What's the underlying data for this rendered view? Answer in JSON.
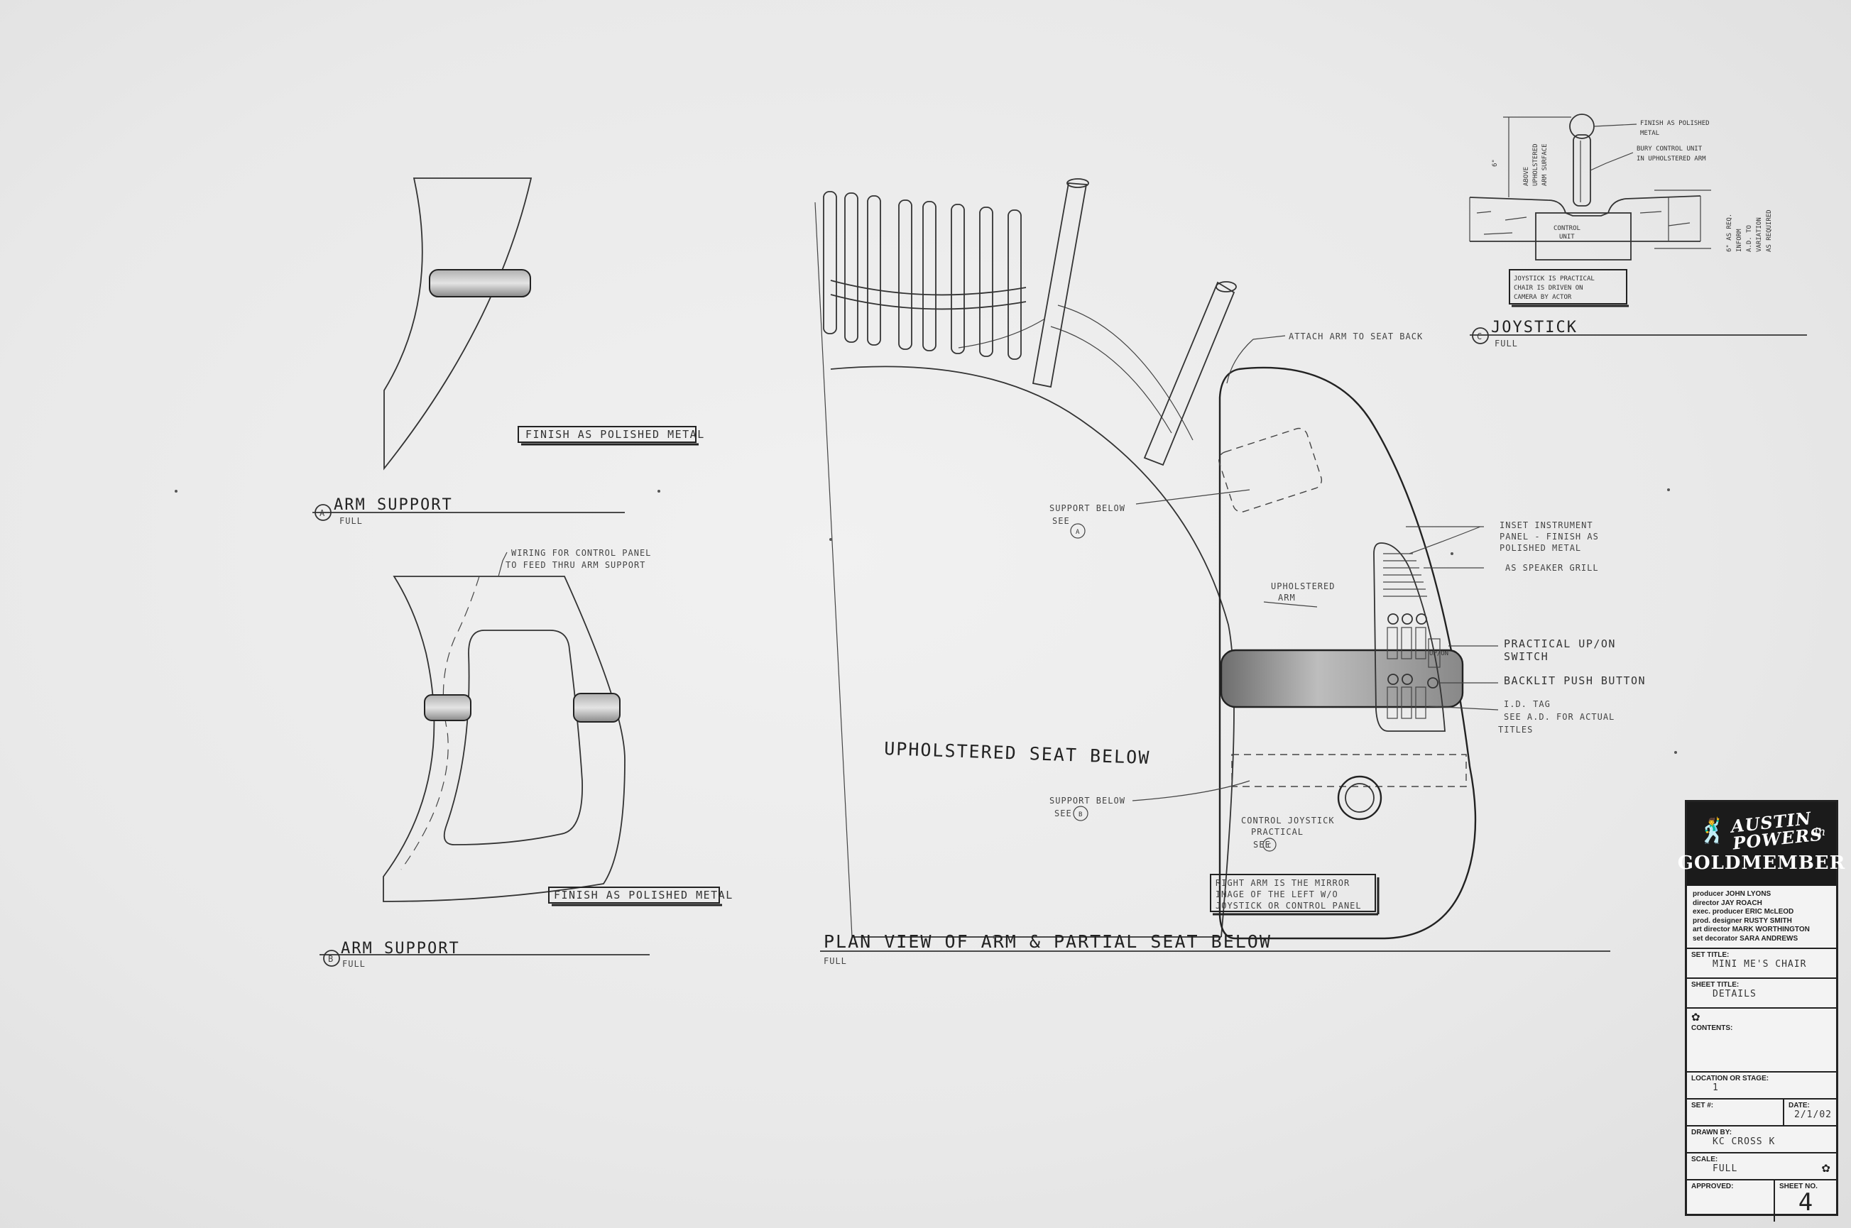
{
  "view_a": {
    "label_letter": "A",
    "title": "ARM SUPPORT",
    "scale": "FULL",
    "note": "FINISH AS POLISHED METAL"
  },
  "view_b": {
    "label_letter": "B",
    "title": "ARM SUPPORT",
    "scale": "FULL",
    "note": "FINISH AS POLISHED METAL",
    "wiring_note_1": "WIRING FOR CONTROL PANEL",
    "wiring_note_2": "TO FEED THRU ARM SUPPORT"
  },
  "plan_view": {
    "title": "PLAN VIEW OF ARM & PARTIAL SEAT BELOW",
    "scale": "FULL",
    "attach_note": "ATTACH ARM TO SEAT BACK",
    "support_a_note": "SUPPORT BELOW",
    "support_a_see": "SEE",
    "support_a_ref": "A",
    "upholstered_arm_1": "UPHOLSTERED",
    "upholstered_arm_2": "ARM",
    "upholstered_seat": "UPHOLSTERED SEAT BELOW",
    "support_b_note": "SUPPORT BELOW",
    "support_b_see": "SEE",
    "support_b_ref": "B",
    "joystick_note_1": "CONTROL JOYSTICK",
    "joystick_note_2": "PRACTICAL",
    "joystick_note_see": "SEE",
    "joystick_note_ref": "C",
    "panel_note_1": "INSET INSTRUMENT",
    "panel_note_2": "PANEL - FINISH AS",
    "panel_note_3": "POLISHED METAL",
    "speaker_note": "AS SPEAKER GRILL",
    "switch_note_1": "PRACTICAL UP/ON",
    "switch_note_2": "SWITCH",
    "backlit_note": "BACKLIT PUSH BUTTON",
    "tag_note_1": "I.D. TAG",
    "tag_note_2": "SEE A.D. FOR ACTUAL",
    "tag_note_3": "TITLES",
    "mirror_note_1": "RIGHT ARM IS THE MIRROR",
    "mirror_note_2": "IMAGE OF THE LEFT W/O",
    "mirror_note_3": "JOYSTICK OR CONTROL PANEL",
    "switch_tag": "UP/ON"
  },
  "view_c": {
    "label_letter": "C",
    "title": "JOYSTICK",
    "scale": "FULL",
    "finish_note_1": "FINISH AS POLISHED",
    "finish_note_2": "METAL",
    "bury_note_1": "BURY CONTROL UNIT",
    "bury_note_2": "IN UPHOLSTERED ARM",
    "control_unit_1": "CONTROL",
    "control_unit_2": "UNIT",
    "above_note_1": "ABOVE",
    "above_note_2": "UPHOLSTERED",
    "above_note_3": "ARM SURFACE",
    "dim_1": "6\"",
    "practical_note_1": "JOYSTICK IS PRACTICAL",
    "practical_note_2": "CHAIR IS DRIVEN ON",
    "practical_note_3": "CAMERA BY ACTOR",
    "side_note_1": "6\" AS REQ.",
    "side_note_2": "INFORM",
    "side_note_3": "A.D. TO",
    "side_note_4": "VARIATION",
    "side_note_5": "AS REQUIRED"
  },
  "title_block": {
    "logo_line_1": "AUSTIN",
    "logo_line_2": "POWERS",
    "logo_in": "in",
    "logo_sub": "GOLDMEMBER",
    "credits": [
      "producer JOHN LYONS",
      "director JAY ROACH",
      "exec. producer ERIC McLEOD",
      "prod. designer RUSTY SMITH",
      "art director MARK WORTHINGTON",
      "set decorator SARA ANDREWS"
    ],
    "set_title_label": "SET TITLE:",
    "set_title_value": "MINI ME'S CHAIR",
    "sheet_title_label": "SHEET TITLE:",
    "sheet_title_value": "DETAILS",
    "contents_label": "CONTENTS:",
    "location_label": "LOCATION OR STAGE:",
    "location_value": "1",
    "set_no_label": "SET #:",
    "date_label": "DATE:",
    "date_value": "2/1/02",
    "drawn_by_label": "DRAWN BY:",
    "drawn_by_value": "KC CROSS K",
    "scale_label": "SCALE:",
    "scale_value": "FULL",
    "approved_label": "APPROVED:",
    "sheet_no_label": "SHEET NO.",
    "sheet_no_value": "4"
  }
}
